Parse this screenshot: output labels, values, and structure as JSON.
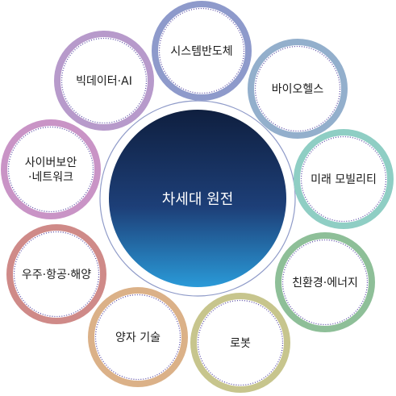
{
  "diagram": {
    "center": {
      "label": "차세대 원전",
      "gradient_top": "#0f1f3f",
      "gradient_bottom": "#2a9ad8",
      "ring_color": "#8e9ac8"
    },
    "nodes": [
      {
        "id": "semiconductor",
        "lines": [
          "시스템반도체"
        ],
        "ring_color": "#8e9acb"
      },
      {
        "id": "biohealth",
        "lines": [
          "바이오헬스"
        ],
        "ring_color": "#93afcc"
      },
      {
        "id": "mobility",
        "lines": [
          "미래 모빌리티"
        ],
        "ring_color": "#8fcec4"
      },
      {
        "id": "ecoenergy",
        "lines": [
          "친환경·에너지"
        ],
        "ring_color": "#8ebf98"
      },
      {
        "id": "robot",
        "lines": [
          "로봇"
        ],
        "ring_color": "#c7c58d"
      },
      {
        "id": "quantum",
        "lines": [
          "양자 기술"
        ],
        "ring_color": "#dbb188"
      },
      {
        "id": "aerospace",
        "lines": [
          "우주·항공·해양"
        ],
        "ring_color": "#cf8a88"
      },
      {
        "id": "cybersecurity",
        "lines": [
          "사이버보안",
          "·네트워크"
        ],
        "ring_color": "#c994c6"
      },
      {
        "id": "bigdata",
        "lines": [
          "빅데이터·AI"
        ],
        "ring_color": "#b79acb"
      }
    ],
    "dot_color": "#5a4ba6"
  }
}
